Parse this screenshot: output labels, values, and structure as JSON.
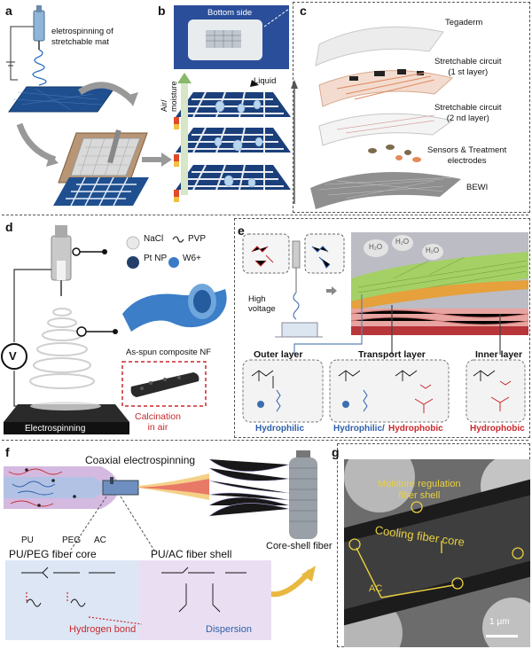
{
  "panels": {
    "a": {
      "label": "a",
      "spin_caption": "eletrospinning of\nstretchable mat"
    },
    "b": {
      "label": "b",
      "bottom_side": "Bottom side",
      "air_moisture": "Air/\nmoisture",
      "liquid": "Liquid"
    },
    "c": {
      "label": "c",
      "layers": [
        "Tegaderm",
        "Stretchable circuit\n(1 st layer)",
        "Stretchable circuit\n(2 nd layer)",
        "Sensors & Treatment\nelectrodes",
        "BEWI"
      ]
    },
    "d": {
      "label": "d",
      "legend": [
        "NaCl",
        "PVP",
        "Pt NP",
        "W6+"
      ],
      "nf_label": "As-spun composite NF",
      "calcination": "Calcination\nin air",
      "electrospinning": "Electrospinning",
      "voltage_symbol": "V"
    },
    "e": {
      "label": "e",
      "high_voltage": "High\nvoltage",
      "h2o": "H₂O",
      "layers": [
        {
          "title": "Outer layer",
          "property": "Hydrophilic"
        },
        {
          "title": "Transport layer",
          "property_a": "Hydrophilic/",
          "property_b": "Hydrophobic"
        },
        {
          "title": "Inner layer",
          "property": "Hydrophobic"
        }
      ]
    },
    "f": {
      "label": "f",
      "title": "Coaxial electrospinning",
      "legend": [
        "PU",
        "PEG",
        "AC"
      ],
      "core_label": "PU/PEG fiber core",
      "shell_label": "PU/AC fiber shell",
      "core_shell": "Core-shell fiber",
      "hydrogen_bond": "Hydrogen bond",
      "dispersion": "Dispersion"
    },
    "g": {
      "label": "g",
      "shell_text": "Moisture regulation\nfiber shell",
      "core_text": "Cooling fiber core",
      "ac": "AC",
      "scale": "1 μm"
    }
  },
  "colors": {
    "hydrophilic": "#2d5fa8",
    "hydrophobic": "#c8282d",
    "calcination": "#c8282d",
    "tem_text": "#e8d040",
    "dispersion": "#2d5fa8"
  }
}
